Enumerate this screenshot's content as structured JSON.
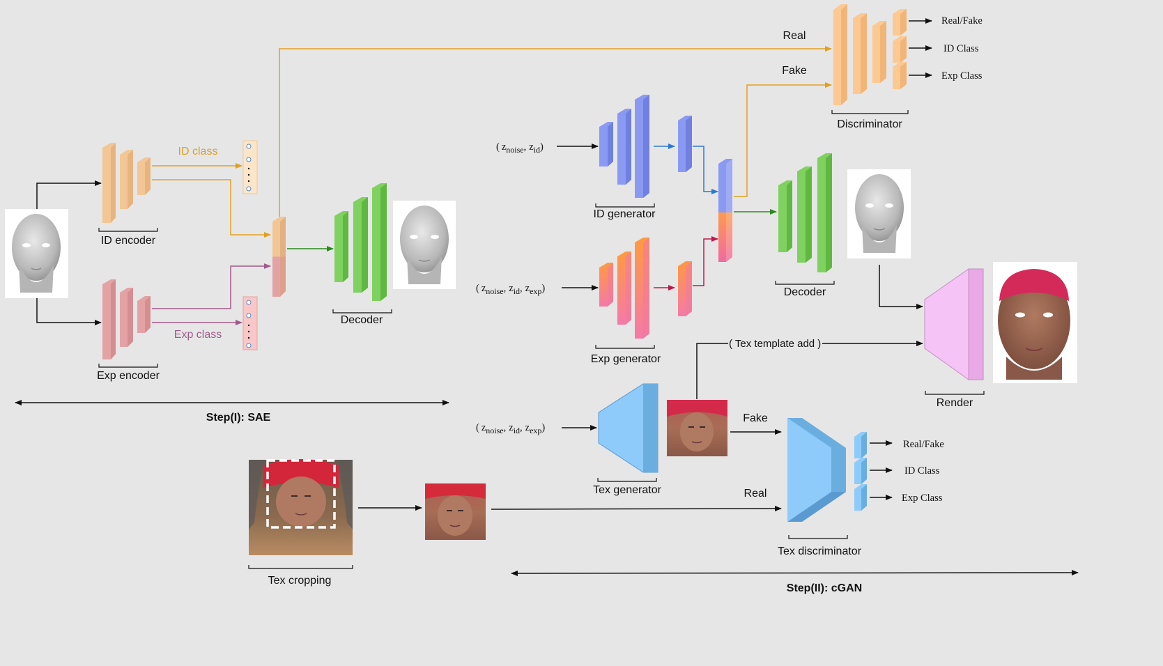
{
  "colors": {
    "background": "#e6e6e6",
    "encoder_id": "#f4c99a",
    "encoder_exp": "#e9a9aa",
    "decoder": "#7fd160",
    "id_generator": "#8a9af2",
    "exp_generator": "#ff9966",
    "discriminator": "#fdc993",
    "render": "#f6c3f6",
    "tex": "#8ecbfa",
    "arrow_orange": "#e0a020",
    "arrow_purple": "#a05a8a",
    "arrow_green": "#2a8a1a",
    "arrow_blue": "#2a7ad0",
    "arrow_crimson": "#c0184a"
  },
  "step1": {
    "title": "Step(I): SAE",
    "id_encoder": "ID encoder",
    "exp_encoder": "Exp encoder",
    "id_class": "ID class",
    "exp_class": "Exp class",
    "decoder": "Decoder"
  },
  "step2": {
    "title": "Step(II): cGAN",
    "id_input": {
      "open": "(",
      "z1": "z",
      "s1": "noise",
      "comma1": ",",
      "z2": "z",
      "s2": "id",
      "close": ")"
    },
    "exp_input": {
      "open": "(",
      "z1": "z",
      "s1": "noise",
      "comma1": ",",
      "z2": "z",
      "s2": "id",
      "comma2": ",",
      "z3": "z",
      "s3": "exp",
      "close": ")"
    },
    "tex_input": {
      "open": "(",
      "z1": "z",
      "s1": "noise",
      "comma1": ",",
      "z2": "z",
      "s2": "id",
      "comma2": ",",
      "z3": "z",
      "s3": "exp",
      "close": ")"
    },
    "id_generator": "ID generator",
    "exp_generator": "Exp generator",
    "decoder": "Decoder",
    "discriminator": "Discriminator",
    "disc_outputs": [
      "Real/Fake",
      "ID Class",
      "Exp Class"
    ],
    "real": "Real",
    "fake": "Fake",
    "render": "Render",
    "tex_template": "( Tex template add )",
    "tex_generator": "Tex generator",
    "tex_fake": "Fake",
    "tex_real": "Real",
    "tex_discriminator": "Tex discriminator",
    "tex_disc_outputs": [
      "Real/Fake",
      "ID Class",
      "Exp Class"
    ],
    "tex_cropping": "Tex cropping"
  }
}
